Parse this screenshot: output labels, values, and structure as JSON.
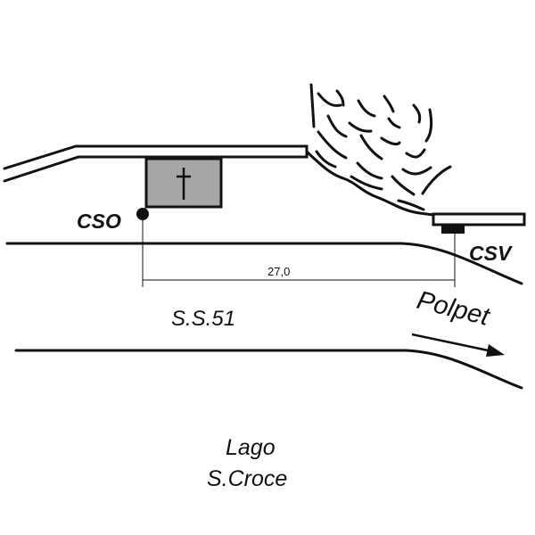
{
  "labels": {
    "cso": "CSO",
    "csv": "CSV",
    "distance": "27,0",
    "road": "S.S.51",
    "direction": "Polpet",
    "lake_line1": "Lago",
    "lake_line2": "S.Croce"
  },
  "colors": {
    "building_fill": "#a6a6a6",
    "ink": "#111111"
  }
}
